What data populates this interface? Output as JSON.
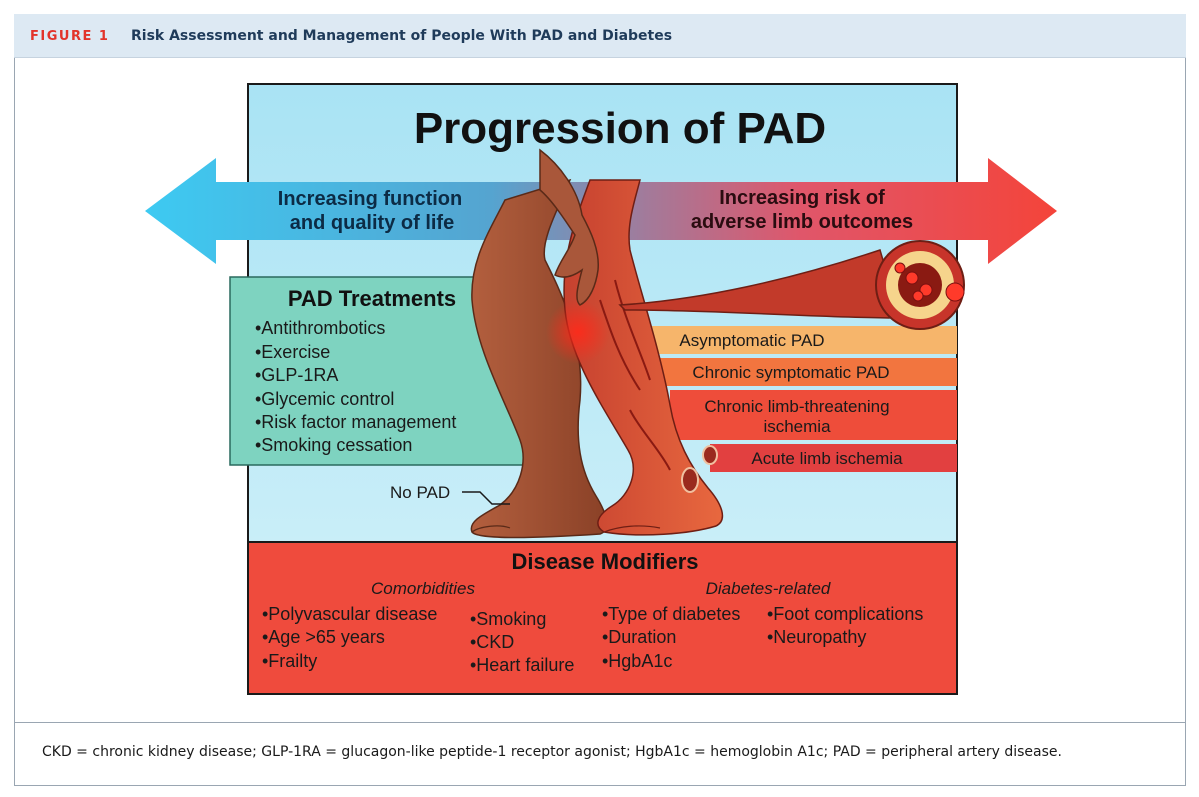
{
  "figure": {
    "label": "FIGURE 1",
    "title": "Risk Assessment and Management of People With PAD and Diabetes",
    "footnote": "CKD = chronic kidney disease; GLP-1RA = glucagon-like peptide-1 receptor agonist; HgbA1c = hemoglobin A1c; PAD = peripheral artery disease."
  },
  "diagram": {
    "title": "Progression of PAD",
    "left_arrow": {
      "line1": "Increasing function",
      "line2": "and quality of life",
      "color": "#3fc8f0"
    },
    "right_arrow": {
      "line1": "Increasing risk of",
      "line2": "adverse limb outcomes",
      "color": "#f2483a"
    },
    "treatments": {
      "title": "PAD Treatments",
      "items": [
        "•Antithrombotics",
        "•Exercise",
        "•GLP-1RA",
        "•Glycemic control",
        "•Risk factor management",
        "•Smoking cessation"
      ],
      "color": "#7ed3c0"
    },
    "stages": [
      {
        "label": "Asymptomatic PAD",
        "color": "#f6b56b"
      },
      {
        "label": "Chronic symptomatic PAD",
        "color": "#f2753f"
      },
      {
        "line1": "Chronic limb-threatening",
        "line2": "ischemia",
        "color": "#ee4d3a"
      },
      {
        "label": "Acute limb ischemia",
        "color": "#e24040"
      }
    ],
    "no_pad_label": "No PAD",
    "modifiers": {
      "title": "Disease Modifiers",
      "comorbidities": {
        "heading": "Comorbidities",
        "col1": [
          "•Polyvascular disease",
          "•Age >65 years",
          "•Frailty"
        ],
        "col2": [
          "•Smoking",
          "•CKD",
          "•Heart failure"
        ]
      },
      "diabetes": {
        "heading": "Diabetes-related",
        "col1": [
          "•Type of diabetes",
          "•Duration",
          "•HgbA1c"
        ],
        "col2": [
          "•Foot complications",
          "•Neuropathy"
        ]
      },
      "color": "#ef4b3d"
    }
  }
}
